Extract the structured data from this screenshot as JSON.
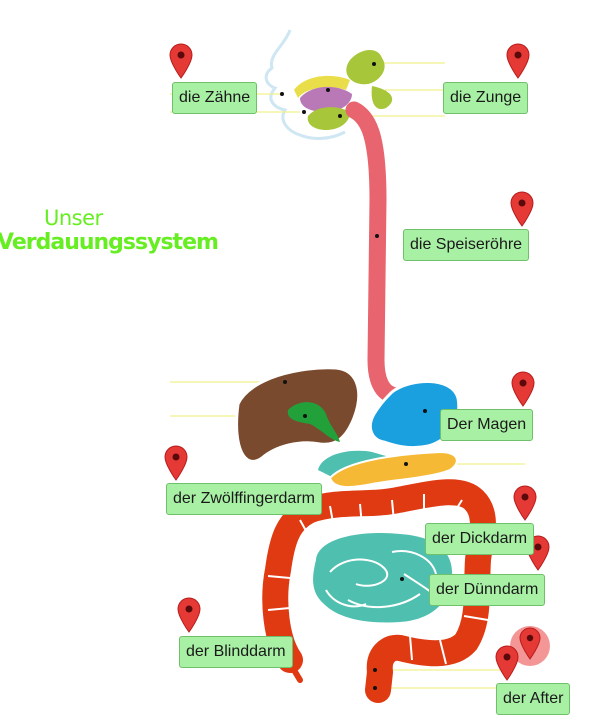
{
  "title": {
    "line1": "Unser",
    "line2": "Verdauungssystem"
  },
  "labels": {
    "zaehne": "die Zähne",
    "zunge": "die Zunge",
    "speiseroehre": "die Speiseröhre",
    "magen": "Der Magen",
    "zwoelffingerdarm": "der Zwölffingerdarm",
    "dickdarm": "der Dickdarm",
    "duenndarm": "der Dünndarm",
    "blinddarm": "der Blinddarm",
    "after": "der After"
  },
  "colors": {
    "label_bg": "#a8f0a4",
    "pin": "#e53935",
    "title": "#66ee22",
    "esophagus": "#e8646e",
    "stomach": "#1a9fdf",
    "liver": "#7a4a2e",
    "gallbladder": "#22a13a",
    "pancreas": "#f5b935",
    "large_intestine": "#e03a12",
    "small_intestine": "#4fbfb0",
    "mouth": "#a7c63a"
  }
}
